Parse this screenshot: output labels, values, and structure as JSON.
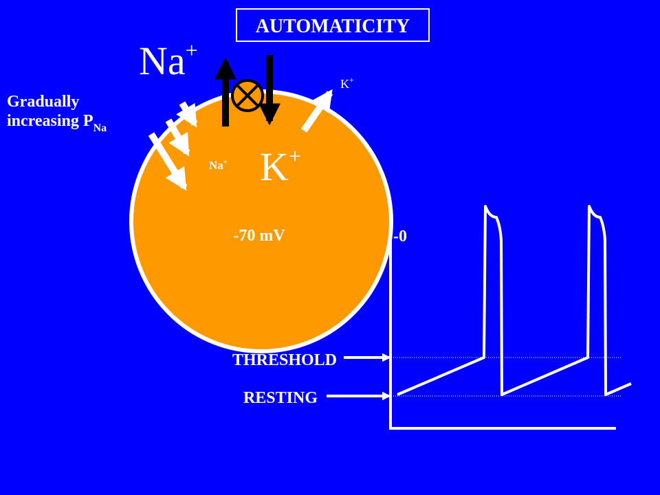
{
  "title": "AUTOMATICITY",
  "ions": {
    "na_big": "Na",
    "k_big": "K",
    "k_small": "K",
    "na_small": "Na",
    "plus": "+"
  },
  "label_gradual_line1": "Gradually",
  "label_gradual_line2": "increasing P",
  "label_gradual_sub": "Na",
  "membrane_potential": "-70 mV",
  "zero_label": "-0",
  "threshold_label": "THRESHOLD",
  "resting_label": "RESTING",
  "colors": {
    "background": "#0000ff",
    "cell": "#ff9900",
    "outline": "#ffffff",
    "channel_arrow": "#000000",
    "channel_symbol": "#ff9900"
  },
  "icons": {
    "channel": "x-circle-icon"
  }
}
